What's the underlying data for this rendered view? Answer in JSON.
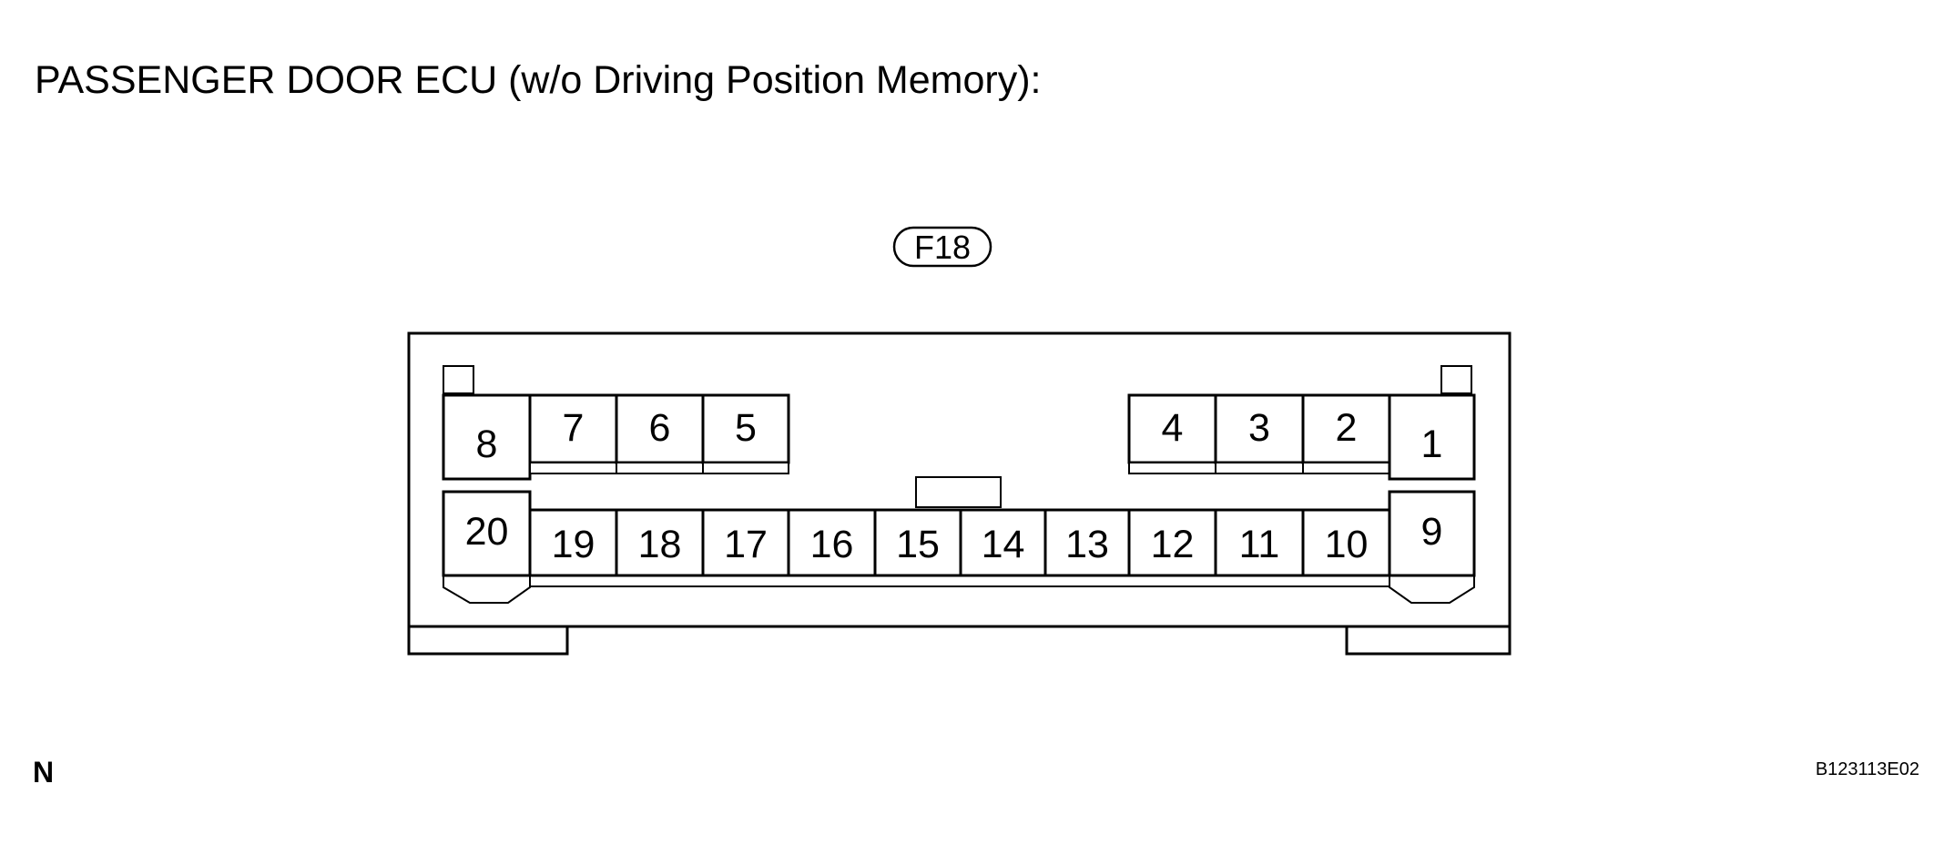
{
  "title": "PASSENGER DOOR ECU (w/o Driving Position Memory):",
  "connector_id": "F18",
  "footer_left": "N",
  "figure_code": "B123113E02",
  "pins": {
    "top_row": [
      "8",
      "7",
      "6",
      "5",
      "4",
      "3",
      "2",
      "1"
    ],
    "bottom_row": [
      "20",
      "19",
      "18",
      "17",
      "16",
      "15",
      "14",
      "13",
      "12",
      "11",
      "10",
      "9"
    ]
  }
}
